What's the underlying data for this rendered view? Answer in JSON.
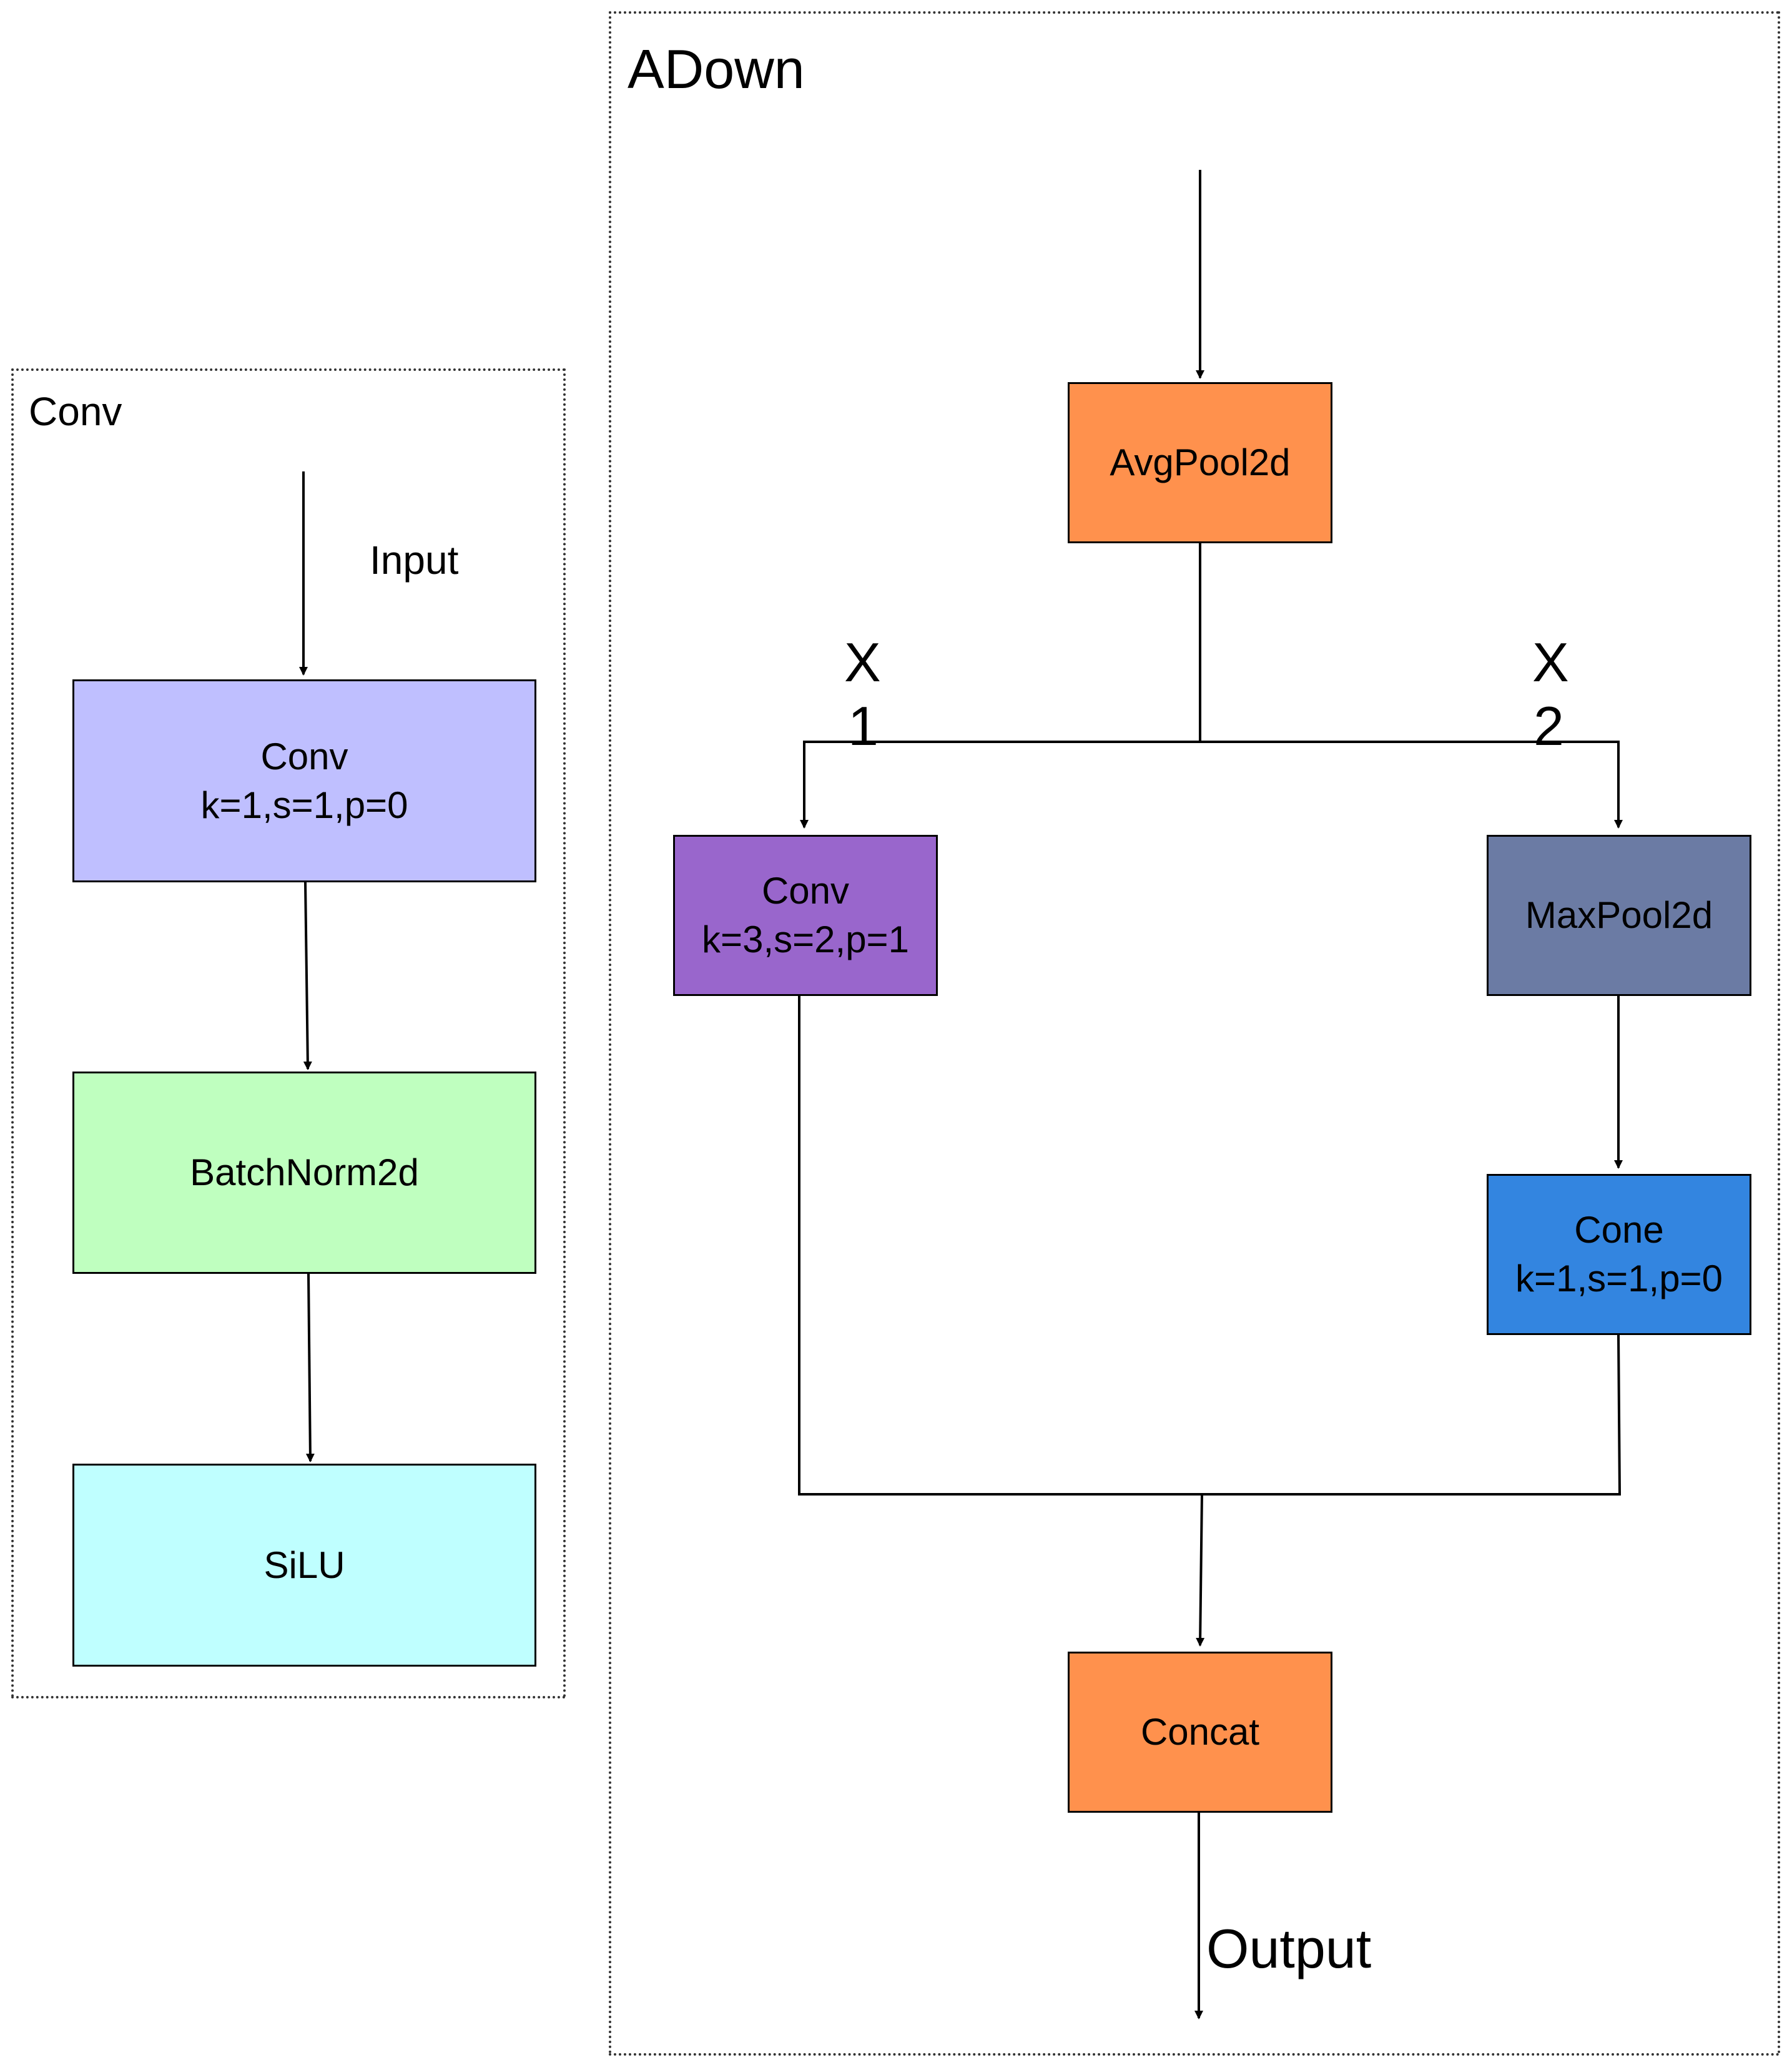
{
  "groups": {
    "conv": {
      "title": "Conv"
    },
    "adown": {
      "title": "ADown"
    }
  },
  "nodes": {
    "conv_block": {
      "line1": "Conv",
      "line2": "k=1,s=1,p=0",
      "color": "#BFBFFF"
    },
    "batchnorm": {
      "label": "BatchNorm2d",
      "color": "#BFFFBF"
    },
    "silu": {
      "label": "SiLU",
      "color": "#BFFFFF"
    },
    "avgpool": {
      "label": "AvgPool2d",
      "color": "#FF914D"
    },
    "conv_k3": {
      "line1": "Conv",
      "line2": "k=3,s=2,p=1",
      "color": "#9966CC"
    },
    "maxpool": {
      "label": "MaxPool2d",
      "color": "#6B7BA4"
    },
    "cone": {
      "line1": "Cone",
      "line2": "k=1,s=1,p=0",
      "color": "#3385E0"
    },
    "concat": {
      "label": "Concat",
      "color": "#FF914D"
    }
  },
  "labels": {
    "input": "Input",
    "output": "Output",
    "x1_letter": "X",
    "x1_number": "1",
    "x2_letter": "X",
    "x2_number": "2"
  }
}
